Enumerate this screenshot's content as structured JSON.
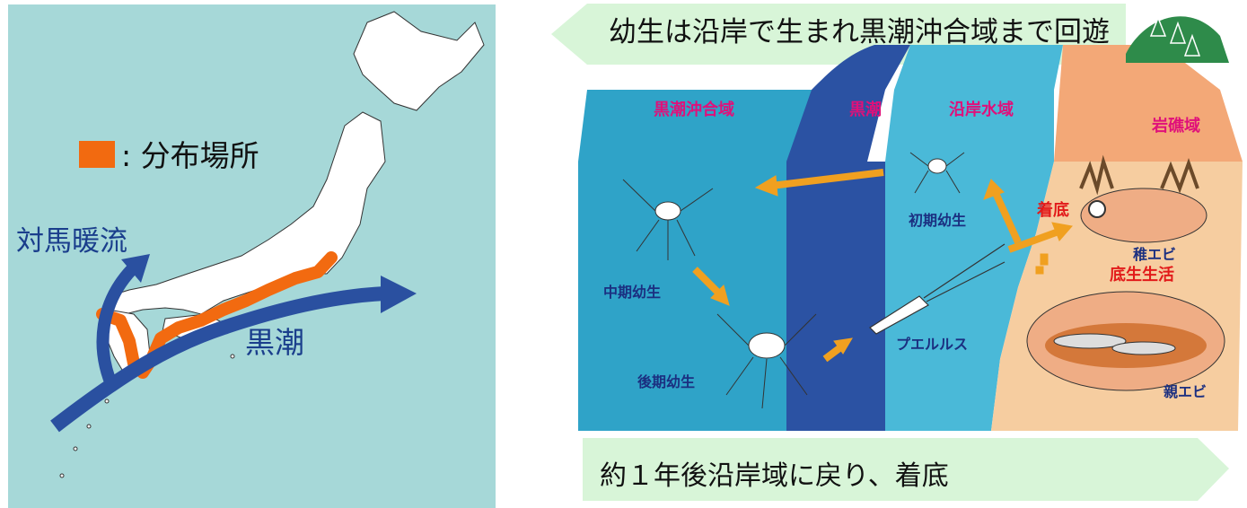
{
  "map": {
    "legend_label": ": 分布場所",
    "current_tsushima": "対馬暖流",
    "current_kuroshio": "黒潮",
    "colors": {
      "sea": "#a6d8d8",
      "land": "#ffffff",
      "distribution": "#f26a10",
      "current": "#2a50a0"
    }
  },
  "life_cycle": {
    "banner_top": "幼生は沿岸で生まれ黒潮沖合域まで回遊",
    "banner_bottom": "約１年後沿岸域に戻り、着底",
    "zones": {
      "offshore": "黒潮沖合域",
      "kuroshio": "黒潮",
      "coastal": "沿岸水域",
      "reef": "岩礁域"
    },
    "stages": {
      "early_larva": "初期幼生",
      "middle_larva": "中期幼生",
      "late_larva": "後期幼生",
      "puerulus": "プエルルス",
      "juvenile": "稚エビ",
      "adult": "親エビ"
    },
    "events": {
      "settlement": "着底",
      "benthic_life": "底生生活"
    },
    "colors": {
      "offshore": "#2fa3c8",
      "kuroshio": "#2b52a3",
      "coastal": "#4ab9d8",
      "reef": "#f6cda0",
      "arrow": "#f0a020",
      "banner": "#d8f5d8"
    }
  }
}
